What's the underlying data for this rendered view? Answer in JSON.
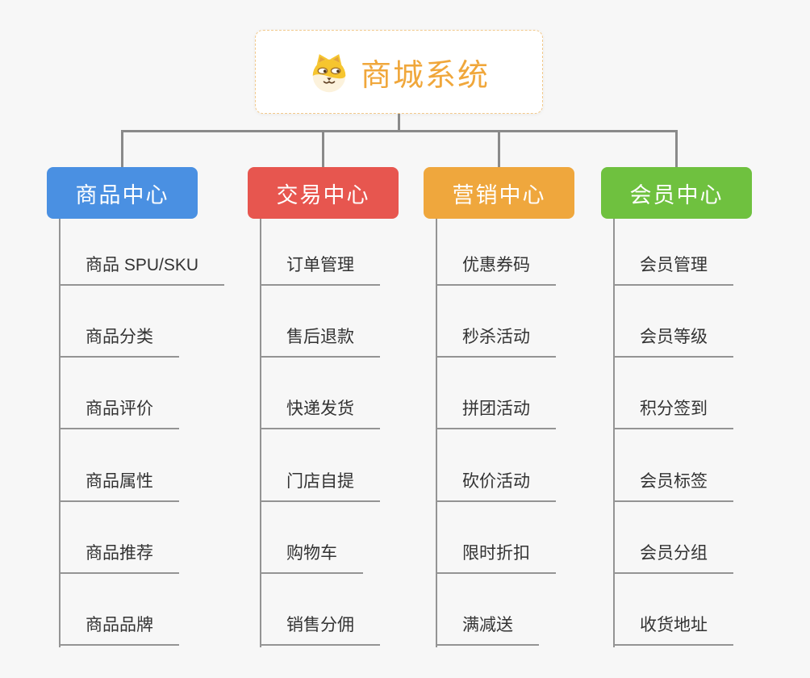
{
  "root": {
    "title": "商城系统",
    "icon": "shiba-dog-icon"
  },
  "branches": [
    {
      "label": "商品中心",
      "color": "#4A90E2",
      "children": [
        "商品 SPU/SKU",
        "商品分类",
        "商品评价",
        "商品属性",
        "商品推荐",
        "商品品牌"
      ]
    },
    {
      "label": "交易中心",
      "color": "#E7564F",
      "children": [
        "订单管理",
        "售后退款",
        "快递发货",
        "门店自提",
        "购物车",
        "销售分佣"
      ]
    },
    {
      "label": "营销中心",
      "color": "#EFA73D",
      "children": [
        "优惠券码",
        "秒杀活动",
        "拼团活动",
        "砍价活动",
        "限时折扣",
        "满减送"
      ]
    },
    {
      "label": "会员中心",
      "color": "#6FC13F",
      "children": [
        "会员管理",
        "会员等级",
        "积分签到",
        "会员标签",
        "会员分组",
        "收货地址"
      ]
    }
  ],
  "colors": {
    "background": "#F7F7F7",
    "connector_line": "#8A8A8A",
    "leaf_line": "#949494",
    "leaf_text": "#333333",
    "root_text": "#F0A73B",
    "root_border": "#F2C98B",
    "branch_text": "#FFFFFF"
  }
}
